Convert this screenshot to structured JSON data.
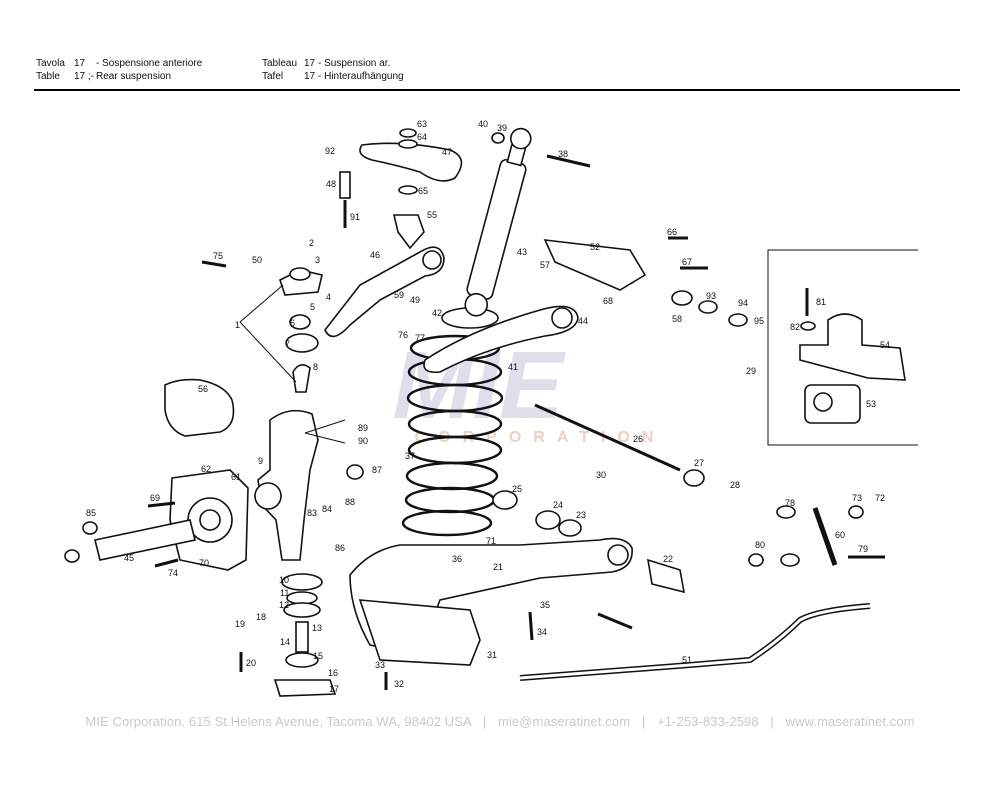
{
  "header": {
    "left": [
      {
        "label": "Tavola",
        "num": "17",
        "desc": "- Sospensione anteriore"
      },
      {
        "label": "Table",
        "num": "17 ;-",
        "desc": "Rear suspension"
      }
    ],
    "right": [
      {
        "label": "Tableau",
        "num": "17",
        "desc": "- Suspension ar."
      },
      {
        "label": "Tafel",
        "num": "17",
        "desc": "- Hinteraufhängung"
      }
    ]
  },
  "watermark": {
    "logo_text": "MIE",
    "sub_text": "CORPORATION",
    "colors": {
      "logo": "#dcdcea",
      "sub": "#f3d6c8"
    }
  },
  "footer": {
    "company": "MIE Corporation. 615 St.Helens Avenue, Tacoma WA, 98402 USA",
    "email": "mie@maseratinet.com",
    "phone": "+1-253-833-2598",
    "website": "www.maseratinet.com",
    "separator": "|"
  },
  "callouts": [
    "1",
    "2",
    "3",
    "4",
    "5",
    "6",
    "7",
    "8",
    "9",
    "10",
    "11",
    "12",
    "13",
    "14",
    "15",
    "16",
    "17",
    "18",
    "19",
    "20",
    "21",
    "22",
    "23",
    "24",
    "25",
    "26",
    "27",
    "28",
    "29",
    "30",
    "31",
    "32",
    "33",
    "34",
    "35",
    "36",
    "37",
    "38",
    "39",
    "40",
    "41",
    "42",
    "43",
    "44",
    "45",
    "46",
    "47",
    "48",
    "49",
    "50",
    "51",
    "52",
    "53",
    "54",
    "55",
    "56",
    "57",
    "58",
    "59",
    "60",
    "61",
    "62",
    "63",
    "64",
    "65",
    "66",
    "67",
    "68",
    "69",
    "70",
    "71",
    "72",
    "73",
    "74",
    "75",
    "76",
    "77",
    "78",
    "79",
    "80",
    "81",
    "82",
    "83",
    "84",
    "85",
    "86",
    "87",
    "88",
    "89",
    "90",
    "91",
    "92",
    "93",
    "94",
    "95"
  ]
}
